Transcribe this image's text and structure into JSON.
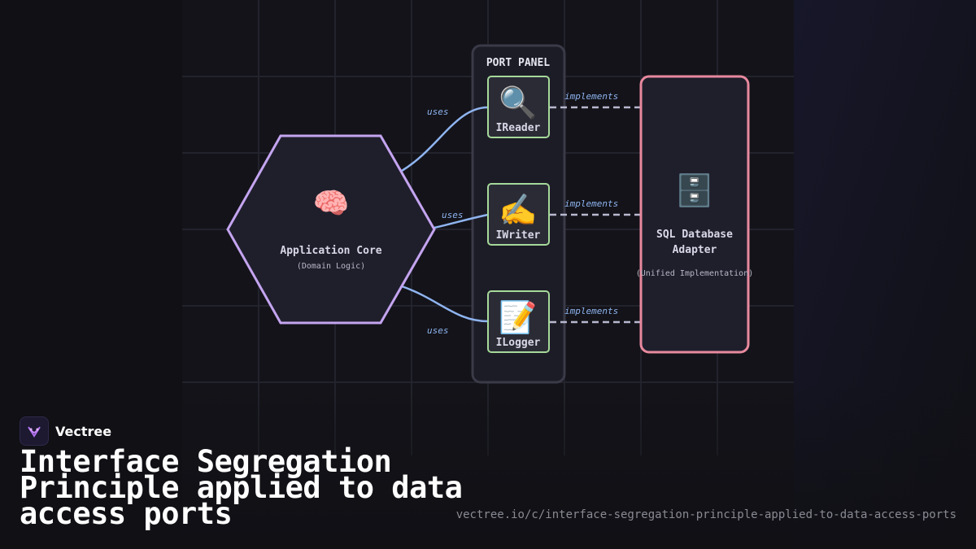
{
  "diagram": {
    "core": {
      "title": "Application Core",
      "subtitle": "(Domain Logic)",
      "icon": "brain-icon",
      "emoji": "🧠",
      "border_color": "#c4a4f0"
    },
    "port_panel": {
      "title": "PORT PANEL"
    },
    "ports": [
      {
        "name": "IReader",
        "icon": "magnifier-icon",
        "emoji": "🔍"
      },
      {
        "name": "IWriter",
        "icon": "writing-hand-icon",
        "emoji": "✍️"
      },
      {
        "name": "ILogger",
        "icon": "memo-icon",
        "emoji": "📝"
      }
    ],
    "edge_labels": {
      "uses": "uses",
      "implements": "implements"
    },
    "adapter": {
      "title_line1": "SQL Database",
      "title_line2": "Adapter",
      "subtitle": "(Unified Implementation)",
      "icon": "file-cabinet-icon",
      "emoji": "🗄️",
      "border_color": "#e8899e"
    },
    "colors": {
      "port_border": "#a6d99a",
      "uses_edge": "#8fb4f0",
      "implements_edge": "#b8b8d0"
    }
  },
  "footer": {
    "brand": "Vectree",
    "headline": "Interface Segregation Principle applied to data access ports",
    "url": "vectree.io/c/interface-segregation-principle-applied-to-data-access-ports"
  }
}
